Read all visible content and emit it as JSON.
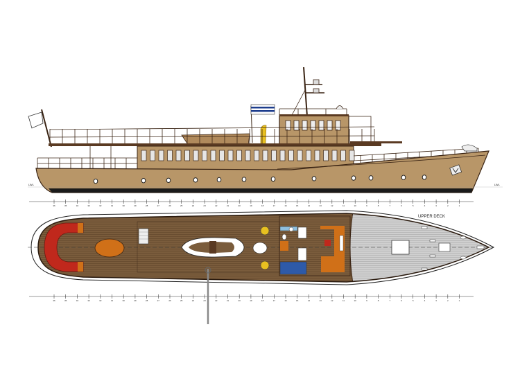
{
  "drawing": {
    "waterline_label_left": "LWL",
    "waterline_label_right": "LWL",
    "plan_label": "UPPER DECK",
    "frame_numbers": [
      "36",
      "35",
      "34",
      "33",
      "32",
      "31",
      "30",
      "29",
      "28",
      "27",
      "26",
      "25",
      "24",
      "23",
      "22",
      "21",
      "20",
      "19",
      "18",
      "17",
      "16",
      "15",
      "14",
      "13",
      "12",
      "11",
      "10",
      "9",
      "8",
      "7",
      "6",
      "5",
      "4",
      "3",
      "2",
      "1"
    ]
  },
  "colors": {
    "hull": "#b89668",
    "wood_deck": "#7a5c3c",
    "teak_deck_gray": "#c8c8c8",
    "outline": "#3a2414",
    "cushion_red": "#c0281c",
    "cushion_orange": "#d07018",
    "berth_blue": "#2e5aa8",
    "funnel_yellow": "#e8c020",
    "flag_blue": "#1c3c8c"
  }
}
